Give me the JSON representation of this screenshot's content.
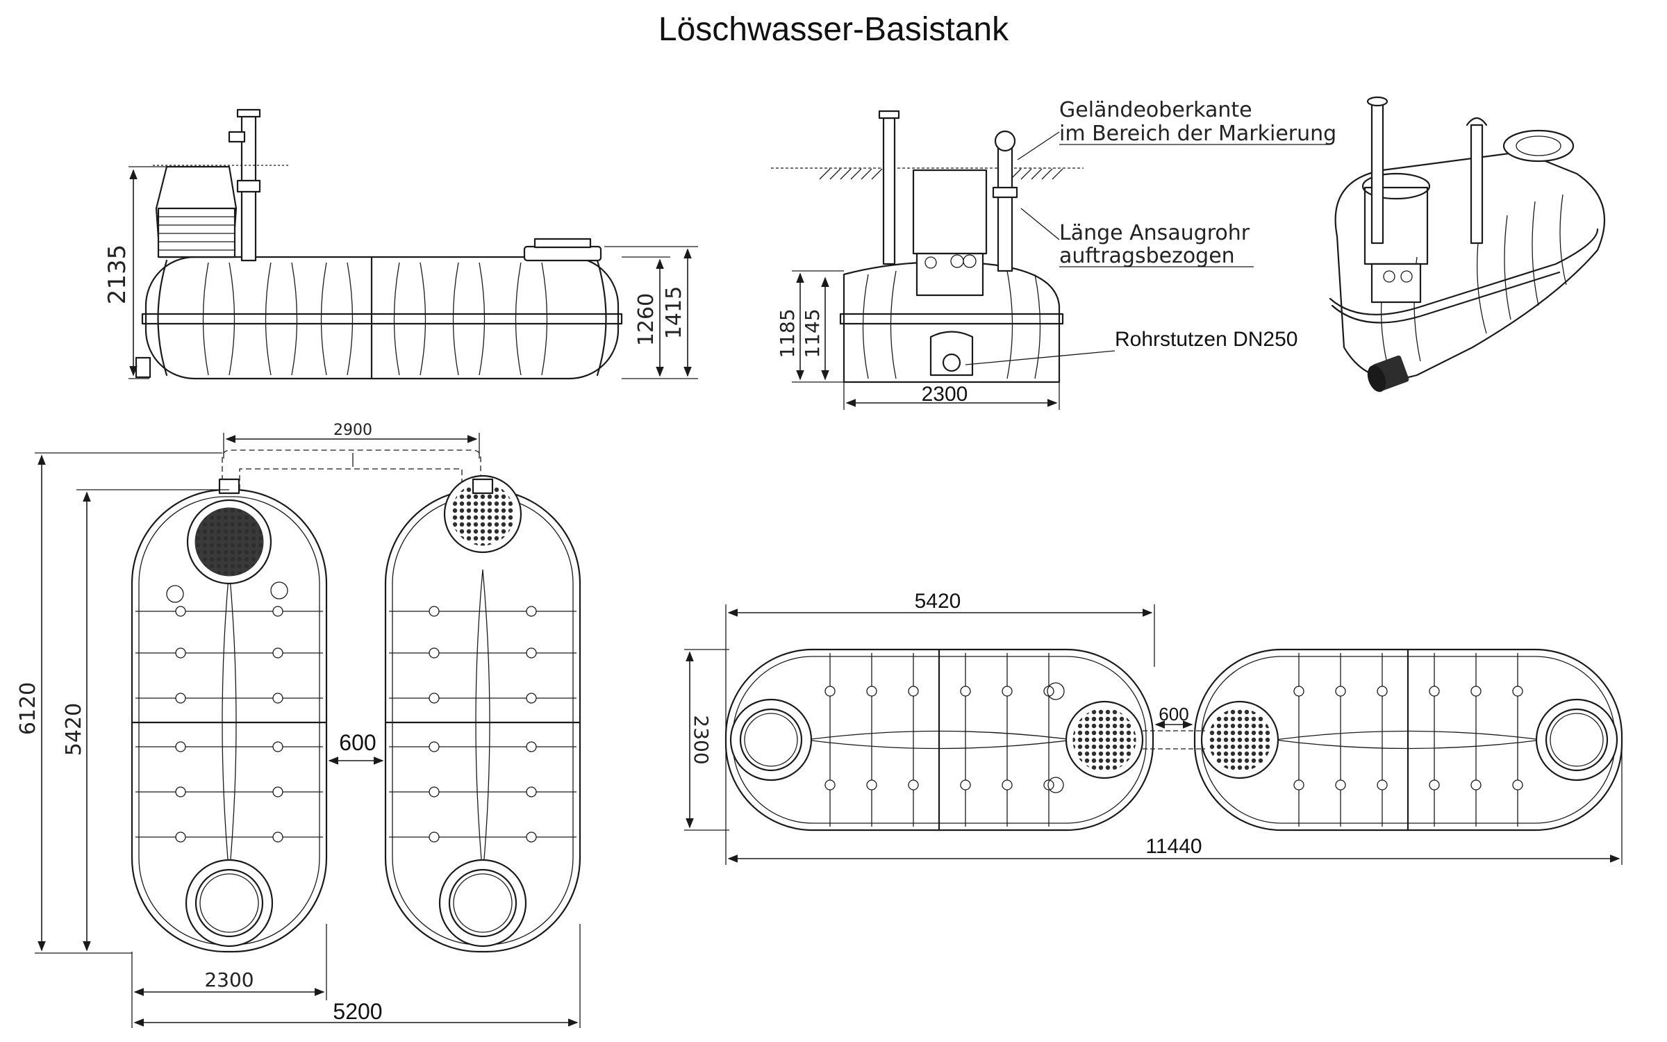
{
  "title": "Löschwasser-Basistank",
  "annotations": {
    "ground_line_1": "Geländeoberkante",
    "ground_line_2": "im Bereich der Markierung",
    "suction_1": "Länge Ansaugrohr",
    "suction_2": "auftragsbezogen",
    "pipe_socket": "Rohrstutzen DN250"
  },
  "side_view": {
    "total_height": "2135",
    "inner_height": "1260",
    "outer_height": "1415"
  },
  "front_view": {
    "height_a": "1185",
    "height_b": "1145",
    "width": "2300"
  },
  "plan_parallel": {
    "connection_span": "2900",
    "gap": "600",
    "overall_length": "6120",
    "tank_length": "5420",
    "tank_width": "2300",
    "overall_width": "5200"
  },
  "plan_inline": {
    "tank_length": "5420",
    "tank_width": "2300",
    "gap": "600",
    "overall_length": "11440"
  },
  "colors": {
    "line": "#1a1a1a",
    "grate": "#3a3a3a",
    "background": "#ffffff"
  }
}
